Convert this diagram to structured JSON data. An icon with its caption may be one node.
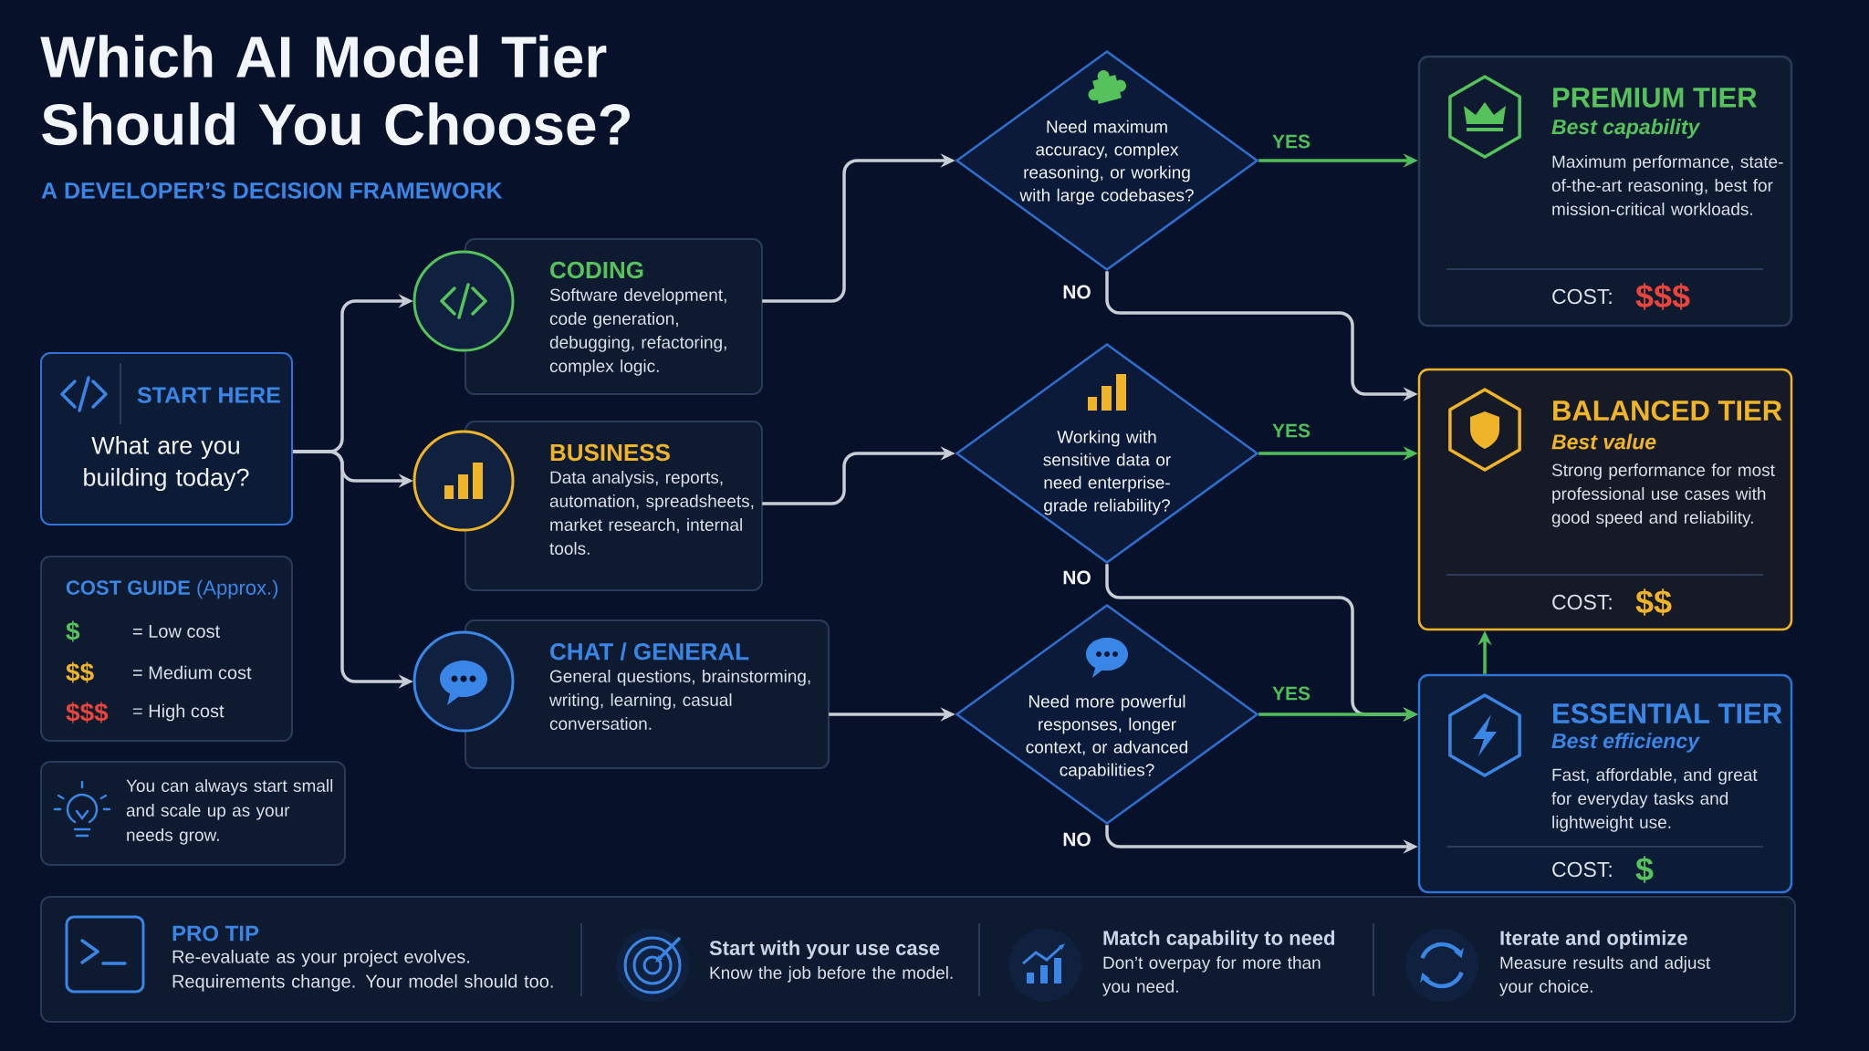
{
  "diagram": {
    "title": "Which AI Model Tier Should You Choose?",
    "nodes": [
      {
        "text": [
          "START HERE",
          "What are you building today?"
        ]
      },
      {
        "text": [
          "CODING",
          "Software development, code generation, debugging, refactoring, complex logic."
        ]
      },
      {
        "text": [
          "BUSINESS",
          "Data analysis, reports, automation, spreadsheets, market research, internal tools."
        ]
      },
      {
        "text": [
          "CHAT / GENERAL",
          "General questions, brainstorming, writing, learning, casual conversation."
        ]
      },
      {
        "text": [
          "Need maximum accuracy, complex reasoning, or working with large codebases?"
        ]
      },
      {
        "text": [
          "Working with sensitive data or need enterprise-grade reliability?"
        ]
      },
      {
        "text": [
          "Need more powerful responses, longer context, or advanced capabilities?"
        ]
      },
      {
        "text": [
          "PREMIUM TIER",
          "Best capability",
          "Maximum performance, state-of-the-art reasoning, best for mission-critical workloads.",
          "COST:",
          "$$$"
        ]
      },
      {
        "text": [
          "BALANCED TIER",
          "Best value",
          "Strong performance for most professional use cases with good speed and reliability.",
          "COST:",
          "$$"
        ]
      },
      {
        "text": [
          "ESSENTIAL TIER",
          "Best efficiency",
          "Fast, affordable, and great for everyday tasks and lightweight use.",
          "COST:",
          "$"
        ]
      },
      {
        "text": [
          "**COST GUIDE** (Approx.)",
          "$",
          "= Low cost",
          "$$",
          "= Medium cost",
          "$$$",
          "= High cost"
        ]
      },
      {
        "text": [
          "You can always start small and scale up as your needs grow."
        ]
      },
      {
        "text": [
          "PRO TIP",
          "Re-evaluate as your project evolves. Requirements change. Your model should too.",
          "Start with your use case",
          "Know the job before the model.",
          "Match capability to need",
          "Don’t overpay for more than you need.",
          "Iterate and optimize",
          "Measure results and adjust your choice."
        ]
      }
    ],
    "edges": [
      {
        "from": 0,
        "to": 1,
        "arrow": "to"
      },
      {
        "from": 0,
        "to": 2,
        "arrow": "to"
      },
      {
        "from": 0,
        "to": 3,
        "arrow": "to"
      },
      {
        "from": 1,
        "to": 4,
        "arrow": "to"
      },
      {
        "from": 2,
        "to": 5,
        "arrow": "to"
      },
      {
        "from": 3,
        "to": 6,
        "arrow": "to"
      },
      {
        "from": 4,
        "to": 7,
        "arrow": "to",
        "label": "YES",
        "color": "#4fbf5a"
      },
      {
        "from": 4,
        "to": 8,
        "arrow": "to",
        "label": "NO"
      },
      {
        "from": 5,
        "to": 8,
        "arrow": "to",
        "label": "YES",
        "color": "#4fbf5a"
      },
      {
        "from": 5,
        "to": 9,
        "arrow": "to",
        "label": "NO"
      },
      {
        "from": 6,
        "to": 9,
        "arrow": "to",
        "label": "YES",
        "color": "#4fbf5a"
      },
      {
        "from": 6,
        "to": 9,
        "arrow": "to",
        "label": "NO"
      },
      {
        "from": 9,
        "to": 8,
        "arrow": "to",
        "color": "#4fbf5a"
      }
    ],
    "labels": [
      "A DEVELOPER’S DECISION FRAMEWORK"
    ]
  }
}
